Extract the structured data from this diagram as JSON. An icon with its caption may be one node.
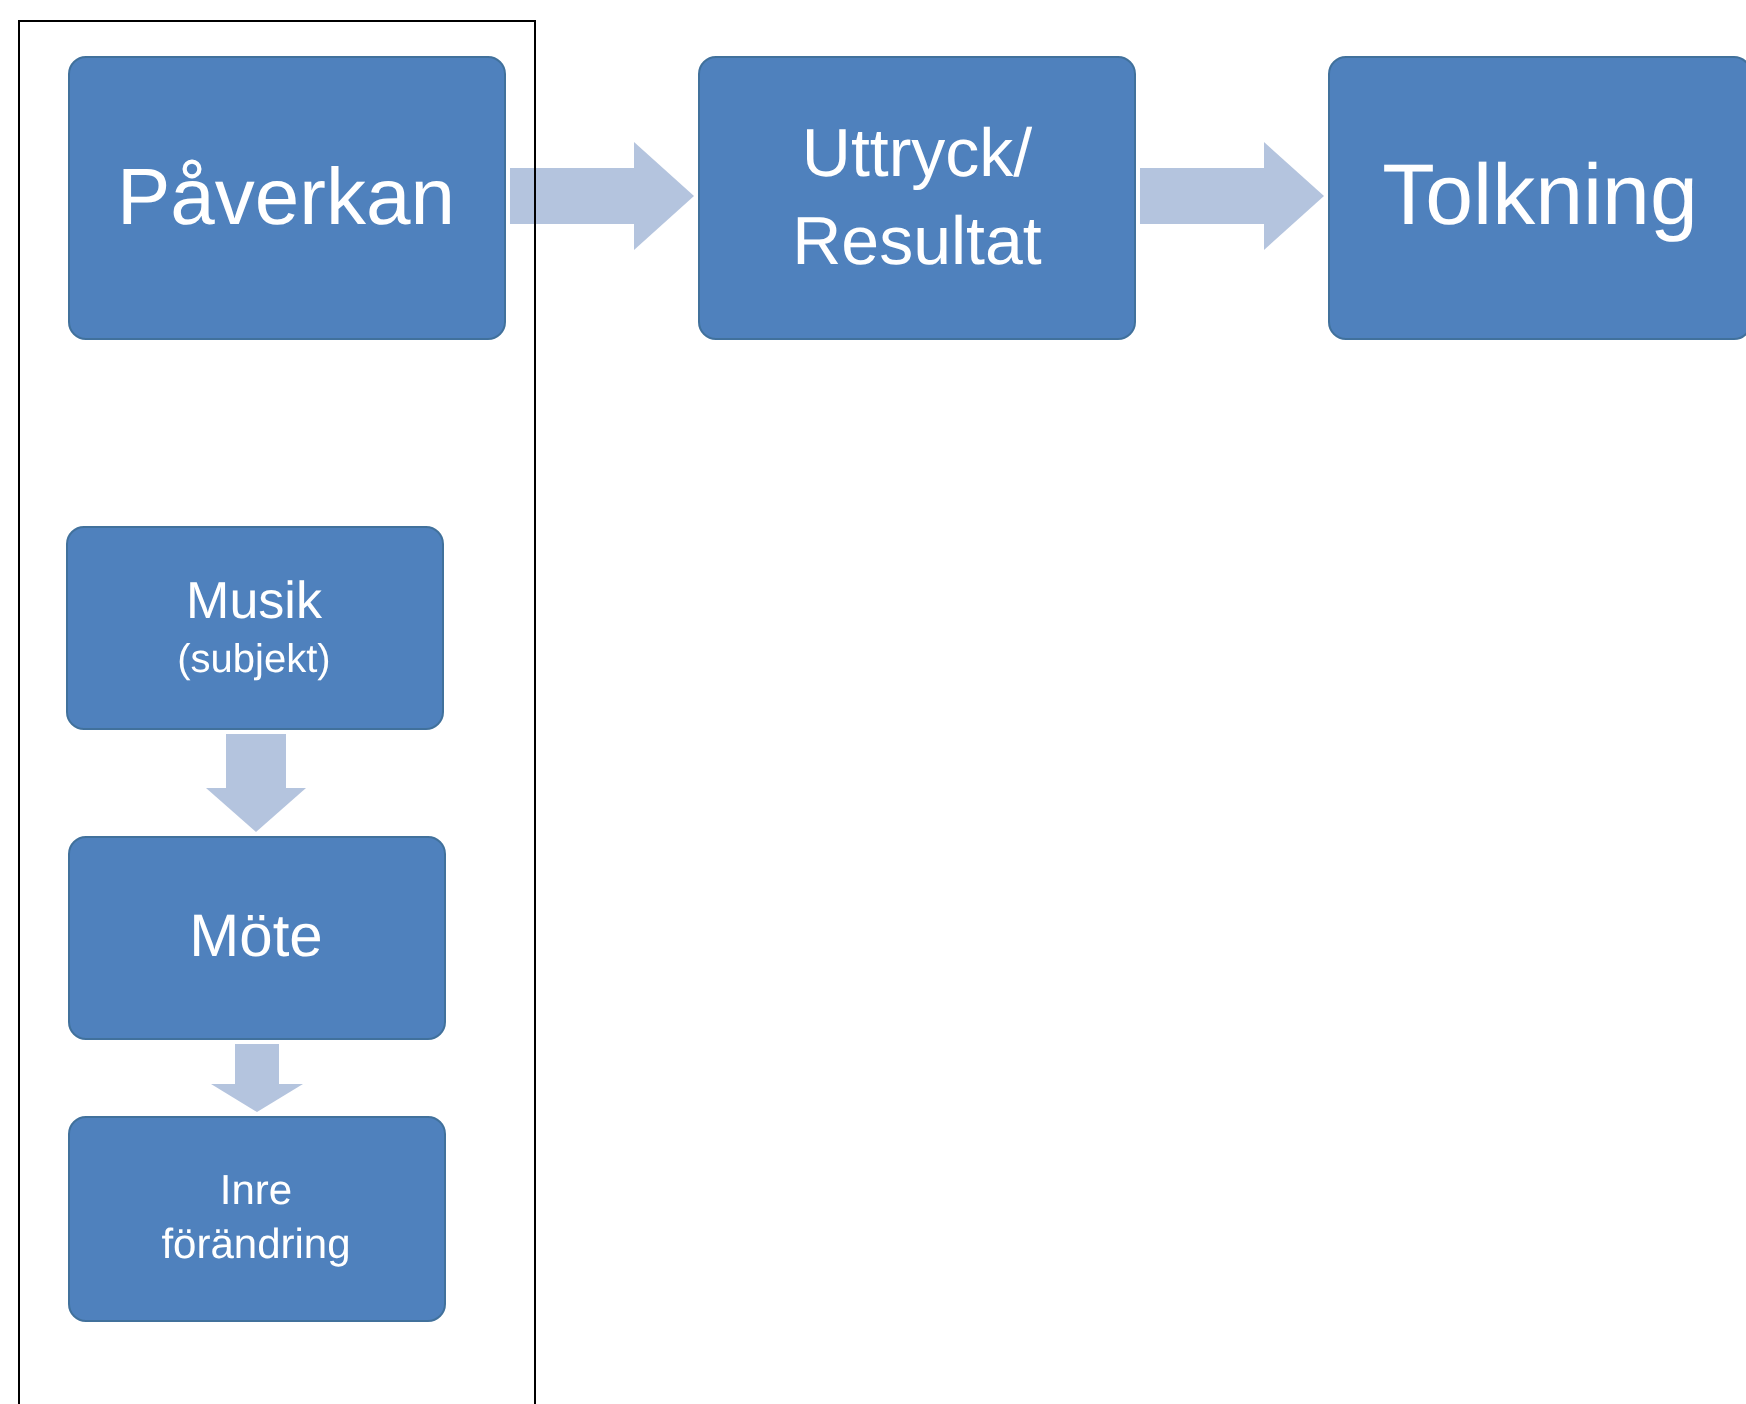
{
  "diagram": {
    "nodes": [
      {
        "text": [],
        "shape": "box"
      },
      {
        "text": [
          "Påverkan"
        ],
        "in": 0
      },
      {
        "text": [
          "Uttryck/ Resultat"
        ]
      },
      {
        "text": [
          "Tolkning"
        ]
      },
      {
        "text": [
          "Musik",
          "(subjekt)"
        ],
        "in": 0
      },
      {
        "text": [
          "Möte"
        ],
        "in": 0
      },
      {
        "text": [
          "Inre förändring"
        ],
        "in": 0
      }
    ],
    "edges": [
      {
        "from": 1,
        "to": 2,
        "arrow": "to"
      },
      {
        "from": 2,
        "to": 3,
        "arrow": "to"
      },
      {
        "from": 4,
        "to": 5,
        "arrow": "to"
      },
      {
        "from": 5,
        "to": 6,
        "arrow": "to"
      }
    ]
  }
}
